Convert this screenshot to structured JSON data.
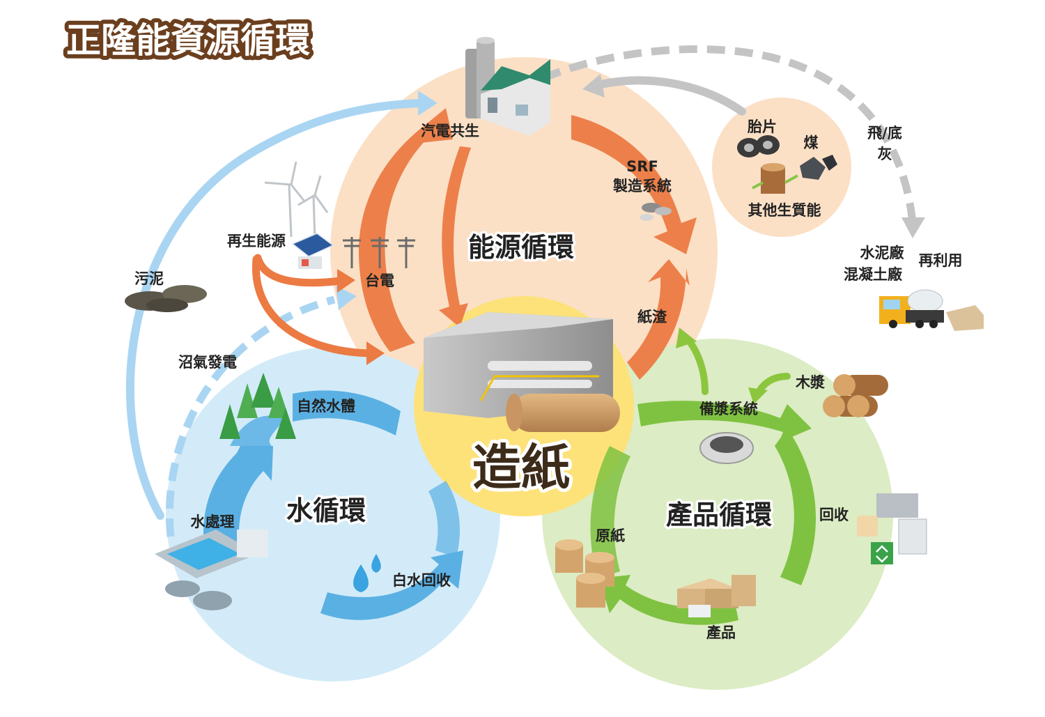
{
  "title": "正隆能資源循環",
  "center": {
    "label": "造紙"
  },
  "rings": {
    "energy": {
      "title": "能源循環",
      "color": "#fbe0c6",
      "arrow_color": "#ec7a43"
    },
    "water": {
      "title": "水循環",
      "color": "#d3ebf8",
      "arrow_color": "#5ab0e3"
    },
    "product": {
      "title": "產品循環",
      "color": "#dcecc4",
      "arrow_color": "#7fc241"
    }
  },
  "center_color": "#fde27a",
  "labels": {
    "cogeneration": "汽電共生",
    "srf_line1": "SRF",
    "srf_line2": "製造系統",
    "renewable": "再生能源",
    "grid": "台電",
    "paper_residue": "紙渣",
    "sludge": "污泥",
    "biogas": "沼氣發電",
    "natural_water": "自然水體",
    "water_treatment": "水處理",
    "white_water": "白水回收",
    "pulping": "備漿系統",
    "wood_pulp": "木漿",
    "recycle": "回收",
    "base_paper": "原紙",
    "products": "產品",
    "tire_chips": "胎片",
    "coal": "煤",
    "biomass": "其他生質能",
    "ash_line1": "飛/底",
    "ash_line2": "灰",
    "cement_line1": "水泥廠",
    "cement_line2": "混凝土廠",
    "reuse": "再利用"
  },
  "icons": [
    "power-plant-icon",
    "wind-turbine-icon",
    "solar-panel-icon",
    "power-pole-icon",
    "paper-machine-icon",
    "sludge-pile-icon",
    "forest-icon",
    "water-plant-icon",
    "water-drop-icon",
    "pulper-icon",
    "wood-logs-icon",
    "recycled-paper-icon",
    "paper-roll-icon",
    "product-boxes-icon",
    "tire-icon",
    "coal-icon",
    "tree-stump-icon",
    "mixer-truck-icon",
    "srf-pellets-icon",
    "recycle-symbol-icon"
  ]
}
